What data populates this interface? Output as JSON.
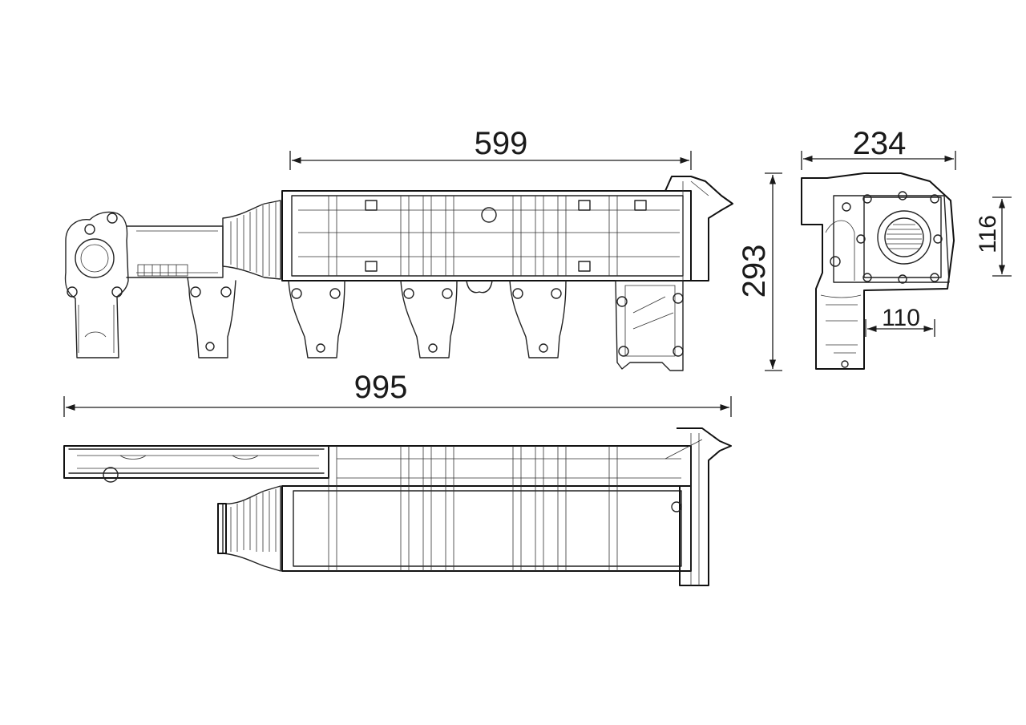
{
  "dimensions": {
    "width_top": "599",
    "length_total": "995",
    "height_total": "293",
    "end_width": "234",
    "flange_height": "116",
    "flange_width": "110"
  }
}
